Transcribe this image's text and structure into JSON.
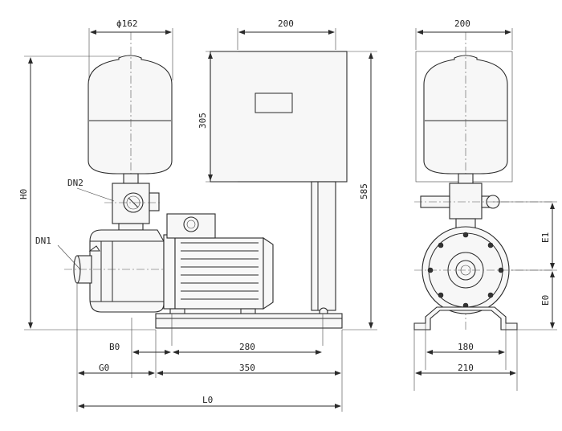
{
  "diagram": {
    "dimensions": {
      "tank_diameter": "ϕ162",
      "cabinet_width": "200",
      "cabinet_height": "305",
      "overall_height_cabinet": "585",
      "side_tank_width": "200",
      "overall_height": "H0",
      "base_mount_width": "280",
      "base_width": "350",
      "side_mount_width": "180",
      "side_base_width": "210",
      "offset_b": "B0",
      "offset_g": "G0",
      "overall_length": "L0",
      "height_e1": "E1",
      "height_e0": "E0"
    },
    "labels": {
      "outlet": "DN2",
      "inlet": "DN1"
    }
  }
}
